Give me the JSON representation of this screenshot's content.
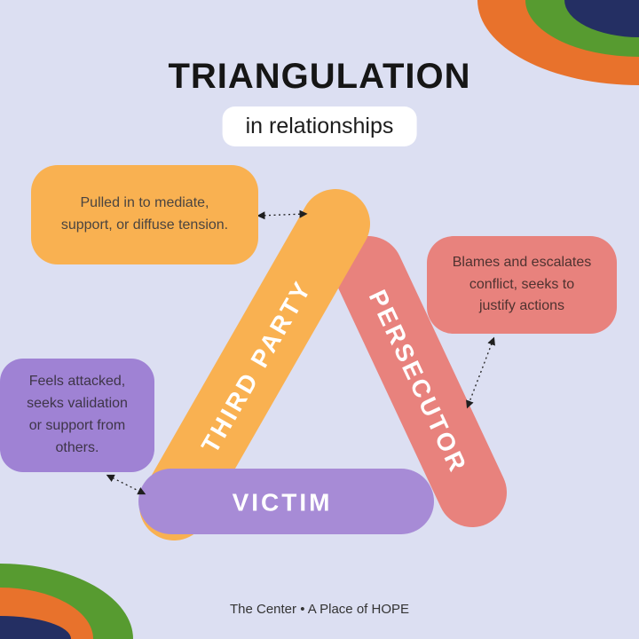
{
  "title": "TRIANGULATION",
  "subtitle": "in relationships",
  "footer": "The Center • A Place of HOPE",
  "colors": {
    "background": "#dcdff2",
    "third_party": "#f9b151",
    "persecutor": "#e8827d",
    "victim": "#a78bd6",
    "victim_box": "#9f82d4",
    "stripe_green": "#579b30",
    "stripe_orange": "#e8722c",
    "stripe_navy": "#242f63",
    "arrow": "#1f1f1f",
    "pill": "#ffffff"
  },
  "triangle": {
    "sides": [
      {
        "role": "third-party",
        "label": "THIRD PARTY"
      },
      {
        "role": "persecutor",
        "label": "PERSECUTOR"
      },
      {
        "role": "victim",
        "label": "VICTIM"
      }
    ]
  },
  "callouts": [
    {
      "role": "third-party",
      "text": "Pulled in to mediate,\nsupport, or diffuse tension."
    },
    {
      "role": "persecutor",
      "text": "Blames and escalates\nconflict, seeks to\njustify actions"
    },
    {
      "role": "victim",
      "text": "Feels attacked,\nseeks validation\nor support from\nothers."
    }
  ]
}
